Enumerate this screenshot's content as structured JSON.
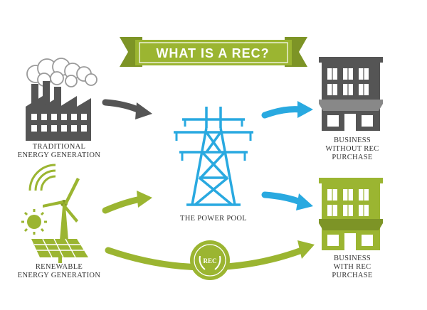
{
  "banner": {
    "title": "WHAT IS A REC?"
  },
  "seal": {
    "text": "REC"
  },
  "nodes": {
    "traditional": {
      "line1": "TRADITIONAL",
      "line2": "ENERGY GENERATION"
    },
    "renewable": {
      "line1": "RENEWABLE",
      "line2": "ENERGY GENERATION"
    },
    "power_pool": {
      "line1": "THE POWER POOL"
    },
    "business_without": {
      "line1": "BUSINESS",
      "line2": "WITHOUT REC",
      "line3": "PURCHASE"
    },
    "business_with": {
      "line1": "BUSINESS",
      "line2": "WITH REC",
      "line3": "PURCHASE"
    }
  },
  "colors": {
    "green": "#9bb531",
    "dark_green": "#7d9426",
    "blue": "#29a9e0",
    "gray": "#555555",
    "light_gray": "#888888",
    "smoke": "#9a9a9a"
  }
}
